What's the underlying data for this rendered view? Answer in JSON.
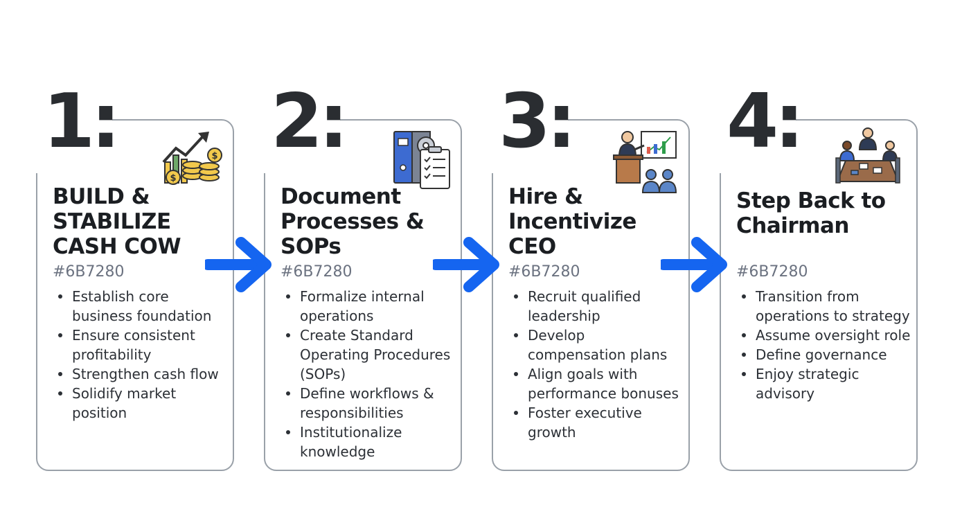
{
  "steps": [
    {
      "number": "1:",
      "title": "BUILD & STABILIZE CASH COW",
      "hex": "#6B7280",
      "icon": "money-growth-icon",
      "bullets": [
        "Establish core business foundation",
        "Ensure consistent profitability",
        "Strengthen cash flow",
        "Solidify market position"
      ]
    },
    {
      "number": "2:",
      "title": "Document Processes & SOPs",
      "hex": "#6B7280",
      "icon": "binder-checklist-icon",
      "bullets": [
        "Formalize internal operations",
        "Create Standard Operating Procedures (SOPs)",
        "Define workflows & responsibilities",
        "Institutionalize knowledge"
      ]
    },
    {
      "number": "3:",
      "title": "Hire & Incentivize CEO",
      "hex": "#6B7280",
      "icon": "presenter-icon",
      "bullets": [
        "Recruit qualified leadership",
        "Develop compensation plans",
        "Align goals with performance bonuses",
        "Foster executive growth"
      ]
    },
    {
      "number": "4:",
      "title": "Step Back to Chairman",
      "hex": "#6B7280",
      "icon": "boardroom-icon",
      "bullets": [
        "Transition from operations to strategy",
        "Assume oversight role",
        "Define governance",
        "Enjoy strategic advisory"
      ]
    }
  ],
  "colors": {
    "arrow": "#1565F0",
    "border": "#9AA1A9",
    "number": "#2A2D31",
    "hex_text": "#6B7280"
  }
}
